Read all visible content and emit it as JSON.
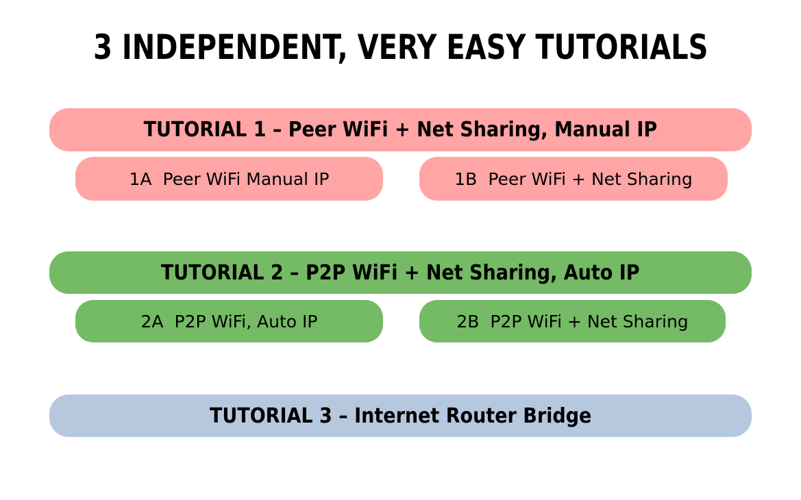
{
  "page": {
    "title": "3 INDEPENDENT, VERY EASY TUTORIALS",
    "background_color": "#ffffff",
    "text_color": "#000000"
  },
  "tutorials": [
    {
      "header": "TUTORIAL 1 – Peer WiFi + Net Sharing, Manual IP",
      "color": "#ffa5a5",
      "items": [
        {
          "code": "1A",
          "label": "Peer WiFi Manual IP"
        },
        {
          "code": "1B",
          "label": "Peer WiFi + Net Sharing"
        }
      ]
    },
    {
      "header": "TUTORIAL 2 – P2P WiFi + Net Sharing, Auto IP",
      "color": "#75ba64",
      "items": [
        {
          "code": "2A",
          "label": "P2P WiFi, Auto IP"
        },
        {
          "code": "2B",
          "label": "P2P WiFi + Net Sharing"
        }
      ]
    },
    {
      "header": "TUTORIAL 3 – Internet Router Bridge",
      "color": "#b6c8de",
      "items": []
    }
  ]
}
